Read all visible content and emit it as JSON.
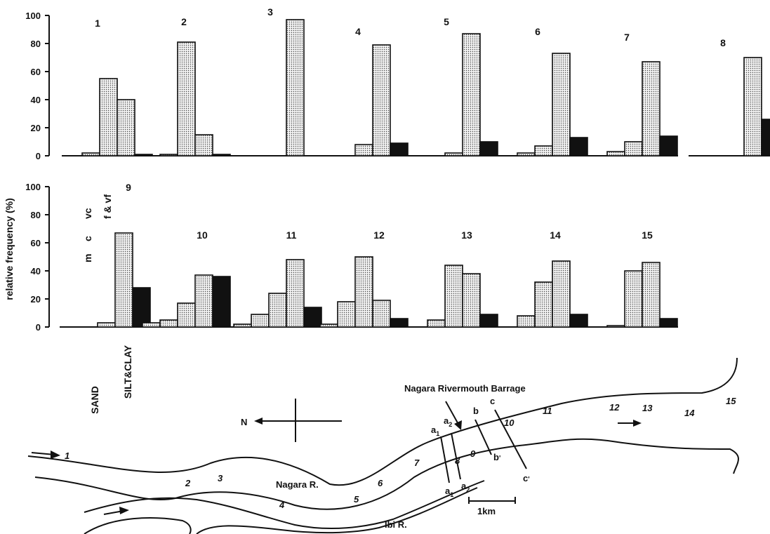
{
  "chart_data": {
    "type": "bar",
    "ylabel": "relative frequency (%)",
    "ylim": [
      0,
      100
    ],
    "yticks": [
      0,
      20,
      40,
      60,
      80,
      100
    ],
    "categories": [
      "vc",
      "c",
      "m",
      "f & vf",
      "SILT&CLAY"
    ],
    "group_labels": {
      "sand": "SAND",
      "silt_clay": "SILT&CLAY"
    },
    "category_fill": [
      "dotted",
      "dotted",
      "dotted",
      "dotted",
      "black"
    ],
    "stations": [
      {
        "id": "1",
        "values": [
          0,
          2,
          55,
          40,
          1
        ]
      },
      {
        "id": "2",
        "values": [
          0,
          1,
          81,
          15,
          1
        ]
      },
      {
        "id": "3",
        "values": [
          0,
          0,
          0,
          97,
          0
        ]
      },
      {
        "id": "4",
        "values": [
          0,
          0,
          8,
          79,
          9
        ]
      },
      {
        "id": "5",
        "values": [
          0,
          0,
          2,
          87,
          10
        ]
      },
      {
        "id": "6",
        "values": [
          0,
          2,
          7,
          73,
          13
        ]
      },
      {
        "id": "7",
        "values": [
          0,
          3,
          10,
          67,
          14
        ]
      },
      {
        "id": "8",
        "values": [
          0,
          0,
          0,
          70,
          26
        ]
      },
      {
        "id": "9",
        "values": [
          0,
          0,
          3,
          67,
          28
        ]
      },
      {
        "id": "10",
        "values": [
          3,
          5,
          17,
          37,
          36
        ]
      },
      {
        "id": "11",
        "values": [
          2,
          9,
          24,
          48,
          14
        ]
      },
      {
        "id": "12",
        "values": [
          2,
          18,
          50,
          19,
          6
        ]
      },
      {
        "id": "13",
        "values": [
          0,
          5,
          44,
          38,
          9
        ]
      },
      {
        "id": "14",
        "values": [
          0,
          8,
          32,
          47,
          9
        ]
      },
      {
        "id": "15",
        "values": [
          0,
          1,
          40,
          46,
          6
        ]
      }
    ]
  },
  "map": {
    "barrage_label": "Nagara Rivermouth Barrage",
    "river_nagara": "Nagara R.",
    "river_ibi": "Ibi R.",
    "north_label": "N",
    "scale_label": "1km",
    "transects": [
      {
        "top": "a",
        "top_sub": "1",
        "bottom": "a",
        "bottom_sub": "1"
      },
      {
        "top": "a",
        "top_sub": "2",
        "bottom": "a",
        "bottom_sub": "2"
      },
      {
        "top": "b",
        "bottom": "b"
      },
      {
        "top": "c",
        "bottom": "c"
      }
    ],
    "station_labels": [
      "1",
      "2",
      "3",
      "4",
      "5",
      "6",
      "7",
      "8",
      "9",
      "10",
      "11",
      "12",
      "13",
      "14",
      "15"
    ],
    "colors": {
      "ink": "#111111",
      "dot_bg": "#f2f2f2",
      "dot": "#444444"
    }
  }
}
